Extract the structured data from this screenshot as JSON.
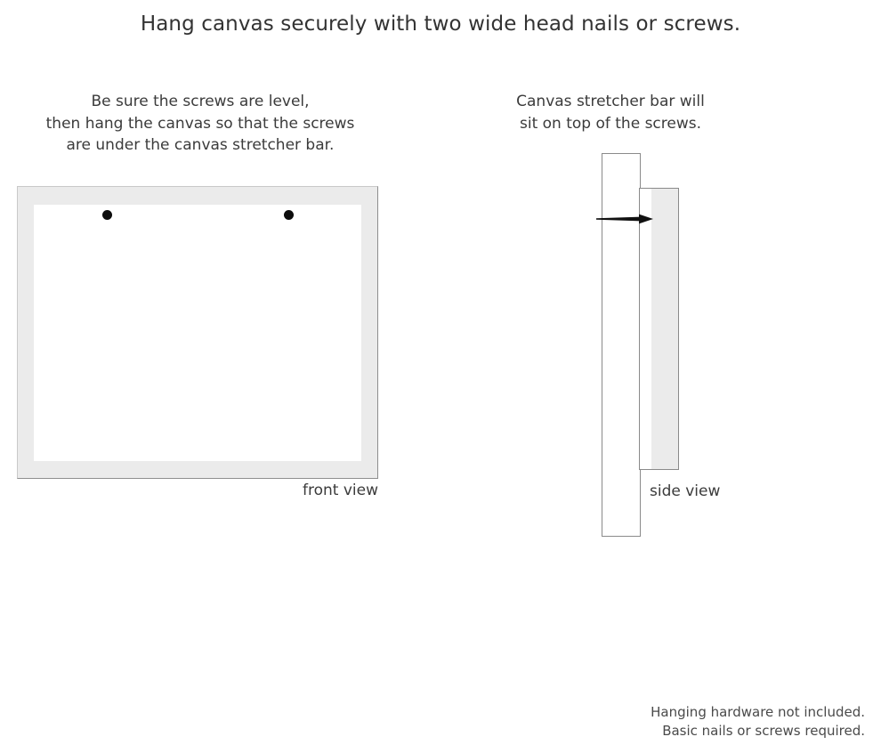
{
  "title": "Hang canvas securely with two wide head nails or screws.",
  "captions": {
    "left": {
      "line1": "Be sure the screws are level,",
      "line2": "then hang the canvas so that the screws",
      "line3": "are under the canvas stretcher bar."
    },
    "right": {
      "line1": "Canvas stretcher bar will",
      "line2": "sit on top of the screws."
    }
  },
  "front_view": {
    "label": "front view",
    "screws": [
      {
        "name": "left-screw"
      },
      {
        "name": "right-screw"
      }
    ]
  },
  "side_view": {
    "label": "side view"
  },
  "footer": {
    "line1": "Hanging hardware not included.",
    "line2": "Basic nails or screws required."
  },
  "colors": {
    "frame_gray": "#ebebeb",
    "outline_gray": "#8a8a8a",
    "nail_black": "#111111",
    "text": "#3b3b3b",
    "background": "#ffffff"
  }
}
